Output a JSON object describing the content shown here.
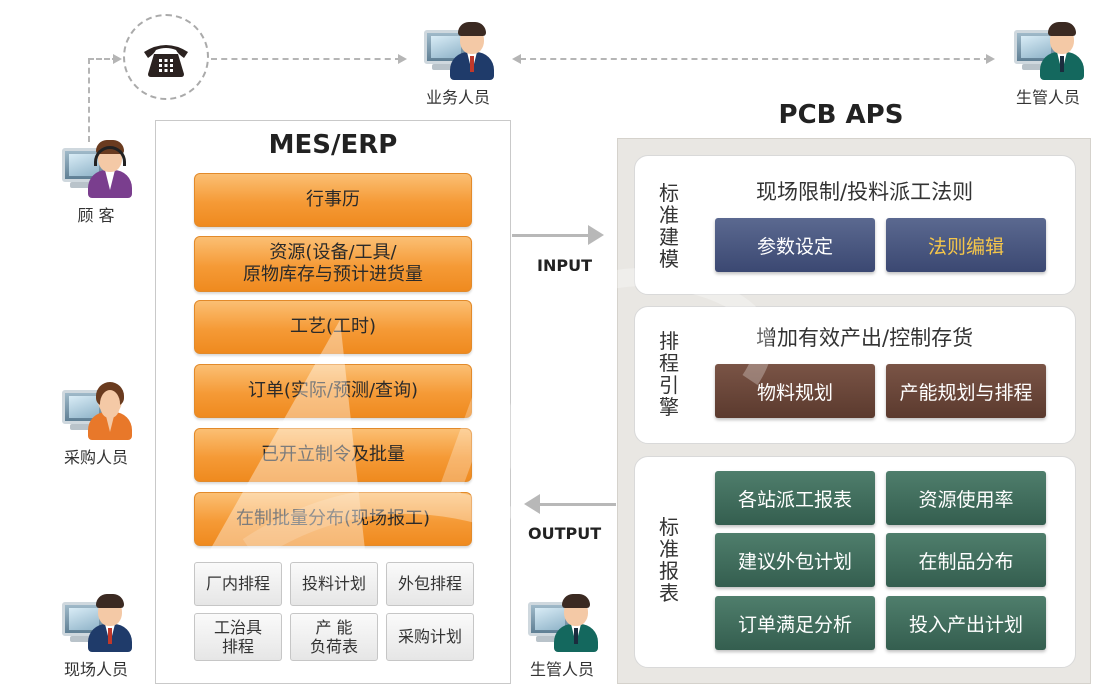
{
  "people": {
    "sales": "业务人员",
    "production_mgmt_top": "生管人员",
    "customer": "顾  客",
    "purchasing": "采购人员",
    "field": "现场人员",
    "production_mgmt_bottom": "生管人员"
  },
  "mes": {
    "title": "MES/ERP",
    "modules": [
      "行事历",
      "资源(设备/工具/\n原物库存与预计进货量",
      "工艺(工时)",
      "订单(实际/预测/查询)",
      "已开立制令及批量",
      "在制批量分布(现场报工)"
    ],
    "sub_modules": [
      "厂内排程",
      "投料计划",
      "外包排程",
      "工治具\n排程",
      "产  能\n负荷表",
      "采购计划"
    ]
  },
  "io": {
    "input": "INPUT",
    "output": "OUTPUT"
  },
  "aps": {
    "title": "PCB APS",
    "sections": [
      {
        "label": "标\n准\n建\n模",
        "title": "现场限制/投料派工法则",
        "buttons": [
          "参数设定",
          "法则编辑"
        ]
      },
      {
        "label": "排\n程\n引\n擎",
        "title": "增加有效产出/控制存货",
        "buttons": [
          "物料规划",
          "产能规划与排程"
        ]
      },
      {
        "label": "标\n准\n报\n表",
        "title": "",
        "buttons": [
          "各站派工报表",
          "资源使用率",
          "建议外包计划",
          "在制品分布",
          "订单满足分析",
          "投入产出计划"
        ]
      }
    ]
  },
  "colors": {
    "orange": "#f59a36",
    "navy": "#3b4872",
    "brown": "#5b3a2e",
    "green": "#345e4f",
    "rule_edit_text": "#f5c64a"
  }
}
